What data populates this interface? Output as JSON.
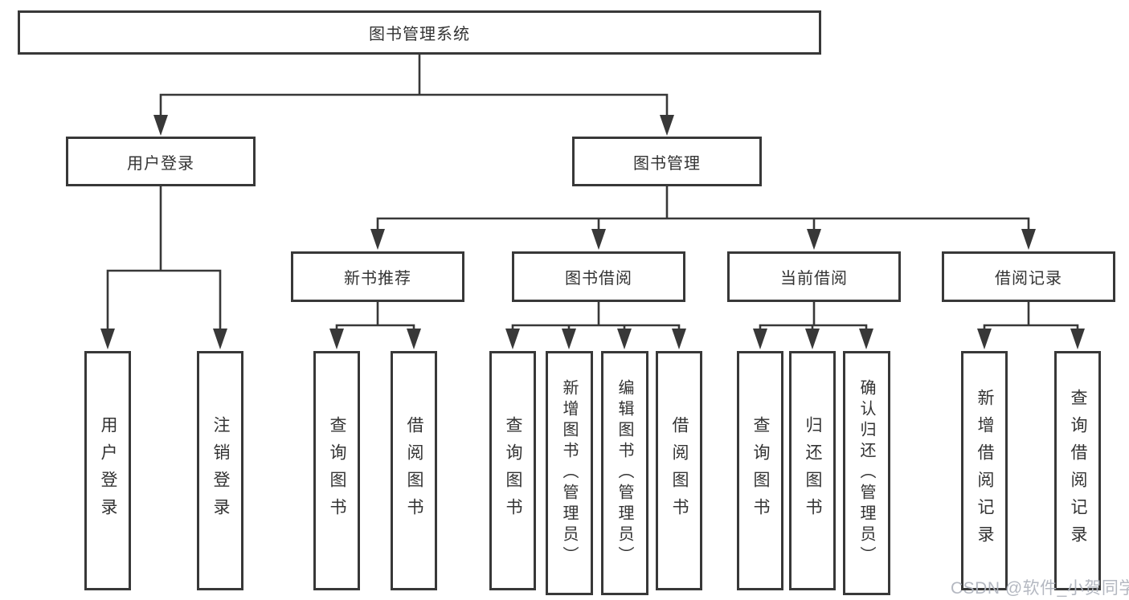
{
  "diagram": {
    "root": {
      "label": "图书管理系统"
    },
    "branches": [
      {
        "label": "用户登录",
        "children": [
          {
            "label": "用户登录"
          },
          {
            "label": "注销登录"
          }
        ]
      },
      {
        "label": "图书管理",
        "children": [
          {
            "label": "新书推荐",
            "children": [
              {
                "label": "查询图书"
              },
              {
                "label": "借阅图书"
              }
            ]
          },
          {
            "label": "图书借阅",
            "children": [
              {
                "label": "查询图书"
              },
              {
                "label": "新增图书（管理员）"
              },
              {
                "label": "编辑图书（管理员）"
              },
              {
                "label": "借阅图书"
              }
            ]
          },
          {
            "label": "当前借阅",
            "children": [
              {
                "label": "查询图书"
              },
              {
                "label": "归还图书"
              },
              {
                "label": "确认归还（管理员）"
              }
            ]
          },
          {
            "label": "借阅记录",
            "children": [
              {
                "label": "新增借阅记录"
              },
              {
                "label": "查询借阅记录"
              }
            ]
          }
        ]
      }
    ]
  },
  "watermark": {
    "text": "CSDN @软件_小贺同学"
  },
  "colors": {
    "line": "#383838",
    "box_border": "#383838",
    "text": "#333333",
    "watermark": "#b0b4be",
    "background": "#ffffff"
  }
}
